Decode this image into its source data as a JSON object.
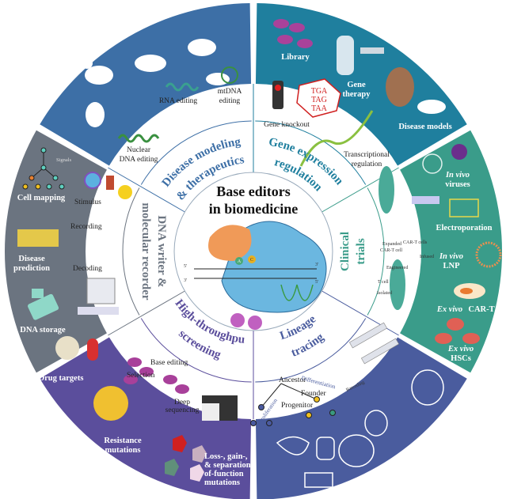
{
  "title": [
    "Base editors",
    "in biomedicine"
  ],
  "colors": {
    "disease_modeling": "#3d6fa6",
    "gene_expression": "#1f7f9e",
    "clinical": "#3a9c8a",
    "lineage": "#4a5c9e",
    "screening": "#5b4e9c",
    "dna_writer": "#6b7480"
  },
  "categories": {
    "disease_modeling": [
      "Disease modeling",
      "& therapeutics"
    ],
    "gene_expression": [
      "Gene expression",
      "regulation"
    ],
    "clinical": [
      "Clinical",
      "trials"
    ],
    "lineage": [
      "Lineage",
      "tracing"
    ],
    "screening": [
      "High-throughput",
      "screening"
    ],
    "dna_writer": [
      "DNA writer &",
      "molecular recorder"
    ]
  },
  "middle": {
    "rna_editing": "RNA editing",
    "mtdna_editing": [
      "mtDNA",
      "editing"
    ],
    "nuclear_dna_editing": [
      "Nuclear",
      "DNA editing"
    ],
    "codons": [
      "TGA",
      "TAG",
      "TAA"
    ],
    "gene_knockout": "Gene knockout",
    "transcriptional_regulation": [
      "Transcriptional",
      "regulation"
    ],
    "stimulus": "Stimulus",
    "recording": "Recording",
    "decoding": "Decoding",
    "car_t_steps": {
      "expanded": "Expanded",
      "car_t_cell": "CAR-T cell",
      "car_t_cells": "CAR-T cells",
      "infused": "Infused",
      "engineered": "Engineered",
      "t_cell": "T cell",
      "isolated": "Isolated"
    },
    "selection": "Selection",
    "base_editing": "Base editing",
    "deep_sequencing": [
      "Deep",
      "sequencing"
    ],
    "ancestor": "Ancestor",
    "differentiation": "Differentiation",
    "proliferation": "Proliferation",
    "founder": "Founder",
    "progenitor": "Progenitor",
    "barcoding": "Barcoding"
  },
  "outer": {
    "library": "Library",
    "gene_therapy": [
      "Gene",
      "therapy"
    ],
    "disease_models": "Disease models",
    "in_vivo_viruses": [
      "In vivo",
      "viruses"
    ],
    "electroporation": "Electroporation",
    "in_vivo_lnp": [
      "In vivo",
      "LNP"
    ],
    "ex_vivo_car_t": [
      "Ex vivo",
      "CAR-T"
    ],
    "ex_vivo_hscs": [
      "Ex vivo",
      "HSCs"
    ],
    "signals": "Signals",
    "cell_mapping": "Cell mapping",
    "disease_prediction": [
      "Disease",
      "prediction"
    ],
    "dna_storage": "DNA storage",
    "drug_targets": "Drug targets",
    "resistance_mutations": [
      "Resistance",
      "mutations"
    ],
    "function_mutations": [
      "Loss-, gain-,",
      "& separation-",
      "of-function",
      "mutations"
    ]
  },
  "center": {
    "five_prime_a": "5'",
    "three_prime_a": "3'",
    "five_prime_b": "5'",
    "three_prime_b": "3'",
    "base_a": "A",
    "base_c": "C"
  }
}
